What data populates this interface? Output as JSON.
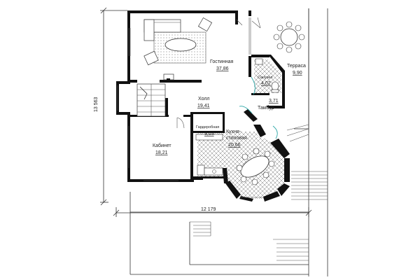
{
  "rooms": [
    {
      "id": "gostinaya",
      "label": "Гостинная",
      "area": "37,86"
    },
    {
      "id": "holl",
      "label": "Холл",
      "area": "19,41"
    },
    {
      "id": "sanuzel",
      "label": "Санузел",
      "area": "4,02"
    },
    {
      "id": "terrasa",
      "label": "Терраса",
      "area": "9,90"
    },
    {
      "id": "tambur",
      "label": "Тамбур",
      "area": "3,71"
    },
    {
      "id": "garderob",
      "label": "Гардеробная",
      "area": "3,03"
    },
    {
      "id": "kabinet",
      "label": "Кабинет",
      "area": "18,21"
    },
    {
      "id": "kuhnya",
      "label": "Кухня-\nстоловая",
      "label_line1": "Кухня-",
      "label_line2": "столовая",
      "area": "20,66"
    }
  ],
  "dimensions": {
    "vertical": "13 563",
    "horizontal": "12 179"
  }
}
